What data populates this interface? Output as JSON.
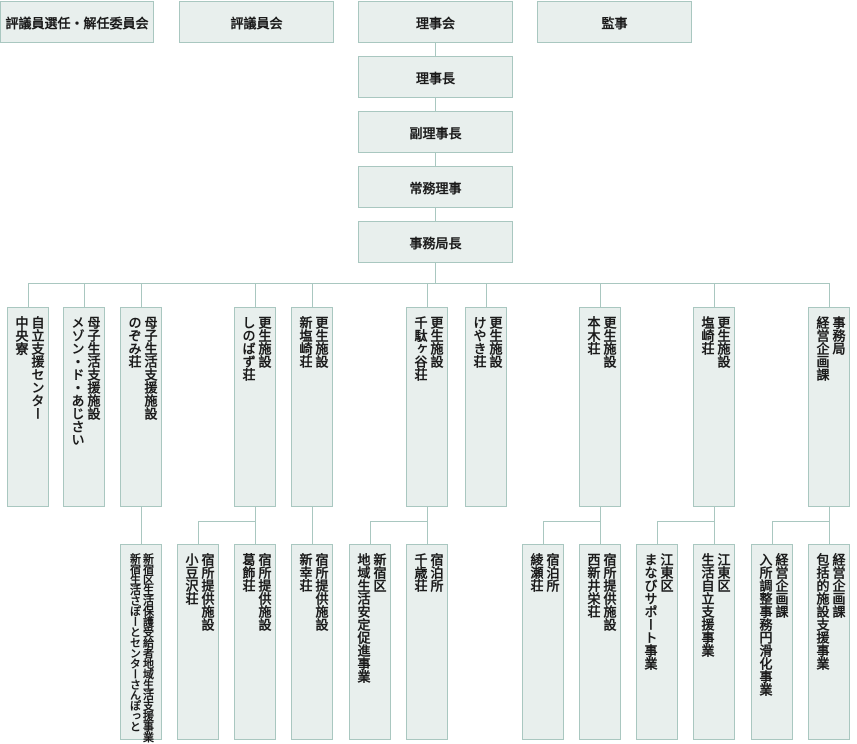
{
  "top_row": {
    "selection_committee": "評議員選任・解任委員会",
    "councilors": "評議員会",
    "board": "理事会",
    "auditor": "監事"
  },
  "chain": {
    "chairman": "理事長",
    "vice_chairman": "副理事長",
    "executive_director": "常務理事",
    "secretary_general": "事務局長"
  },
  "divisions": [
    {
      "lines": [
        "自立支援センター",
        "中央寮"
      ]
    },
    {
      "lines": [
        "母子生活支援施設",
        "メゾン・ド・あじさい"
      ]
    },
    {
      "lines": [
        "母子生活支援施設",
        "のぞみ荘"
      ]
    },
    {
      "lines": [
        "更生施設",
        "しのばず荘"
      ]
    },
    {
      "lines": [
        "更生施設",
        "新塩崎荘"
      ]
    },
    {
      "lines": [
        "更生施設",
        "千駄ヶ谷荘"
      ]
    },
    {
      "lines": [
        "更生施設",
        "けやき荘"
      ]
    },
    {
      "lines": [
        "更生施設",
        "本木荘"
      ]
    },
    {
      "lines": [
        "更生施設",
        "塩崎荘"
      ]
    },
    {
      "lines": [
        "事務局",
        "経営企画課"
      ]
    }
  ],
  "sub_units": [
    {
      "lines": [
        "新宿区生活保護受給者地域生活支援事業",
        "新宿生活さぽーとセンターさんぽっと"
      ]
    },
    {
      "lines": [
        "宿所提供施設",
        "小豆沢荘"
      ]
    },
    {
      "lines": [
        "宿所提供施設",
        "葛飾荘"
      ]
    },
    {
      "lines": [
        "宿所提供施設",
        "新幸荘"
      ]
    },
    {
      "lines": [
        "新宿区",
        "地域生活安定促進事業"
      ]
    },
    {
      "lines": [
        "宿泊所",
        "千歳荘"
      ]
    },
    {
      "lines": [
        "宿泊所",
        "綾瀬荘"
      ]
    },
    {
      "lines": [
        "宿所提供施設",
        "西新井栄荘"
      ]
    },
    {
      "lines": [
        "江東区",
        "まなびサポート事業"
      ]
    },
    {
      "lines": [
        "江東区",
        "生活自立支援事業"
      ]
    },
    {
      "lines": [
        "経営企画課",
        "入所調整事務円滑化事業"
      ]
    },
    {
      "lines": [
        "経営企画課",
        "包括的施設支援事業"
      ]
    }
  ],
  "colors": {
    "box_fill": "#e8efed",
    "box_border": "#a9c7c0",
    "line": "#a9c7c0",
    "text": "#1a1a1a"
  }
}
